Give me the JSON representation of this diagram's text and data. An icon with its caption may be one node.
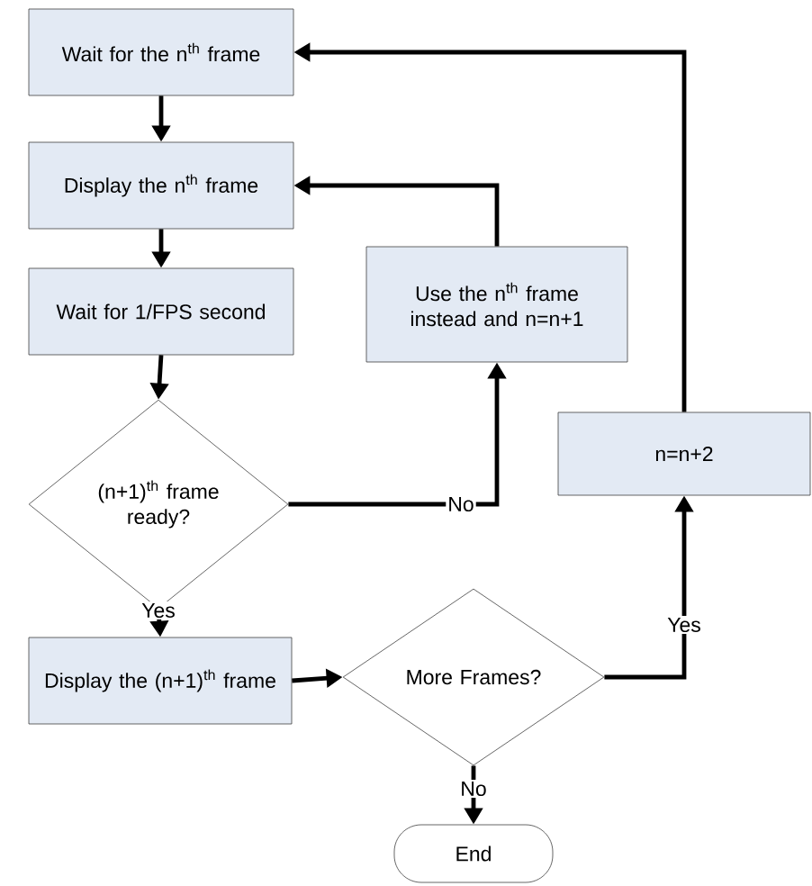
{
  "diagram": {
    "nodes": [
      {
        "text": [
          "Wait for the n$^{th}$ frame"
        ]
      },
      {
        "text": [
          "Display the n$^{th}$ frame"
        ]
      },
      {
        "text": [
          "Wait for 1/FPS second"
        ]
      },
      {
        "text": [
          "(n+1)$^{th}$ frame ready?"
        ]
      },
      {
        "text": [
          "Use the n$^{th}$ frame instead and n=n+1"
        ]
      },
      {
        "text": [
          "Display the (n+1)$^{th}$ frame"
        ]
      },
      {
        "text": [
          "More Frames?"
        ]
      },
      {
        "text": [
          "n=n+2"
        ]
      },
      {
        "text": [
          "End"
        ]
      }
    ],
    "edges": [
      {
        "from": 0,
        "to": 1,
        "arrow": "to"
      },
      {
        "from": 1,
        "to": 2,
        "arrow": "to"
      },
      {
        "from": 2,
        "to": 3,
        "arrow": "to"
      },
      {
        "from": 3,
        "to": 4,
        "arrow": "to",
        "label": "No"
      },
      {
        "from": 4,
        "to": 1,
        "arrow": "to"
      },
      {
        "from": 3,
        "to": 5,
        "arrow": "to",
        "label": "Yes"
      },
      {
        "from": 5,
        "to": 6,
        "arrow": "to"
      },
      {
        "from": 6,
        "to": 7,
        "arrow": "to",
        "label": "Yes"
      },
      {
        "from": 6,
        "to": 8,
        "arrow": "to",
        "label": "No"
      },
      {
        "from": 7,
        "to": 0,
        "arrow": "to"
      }
    ]
  }
}
